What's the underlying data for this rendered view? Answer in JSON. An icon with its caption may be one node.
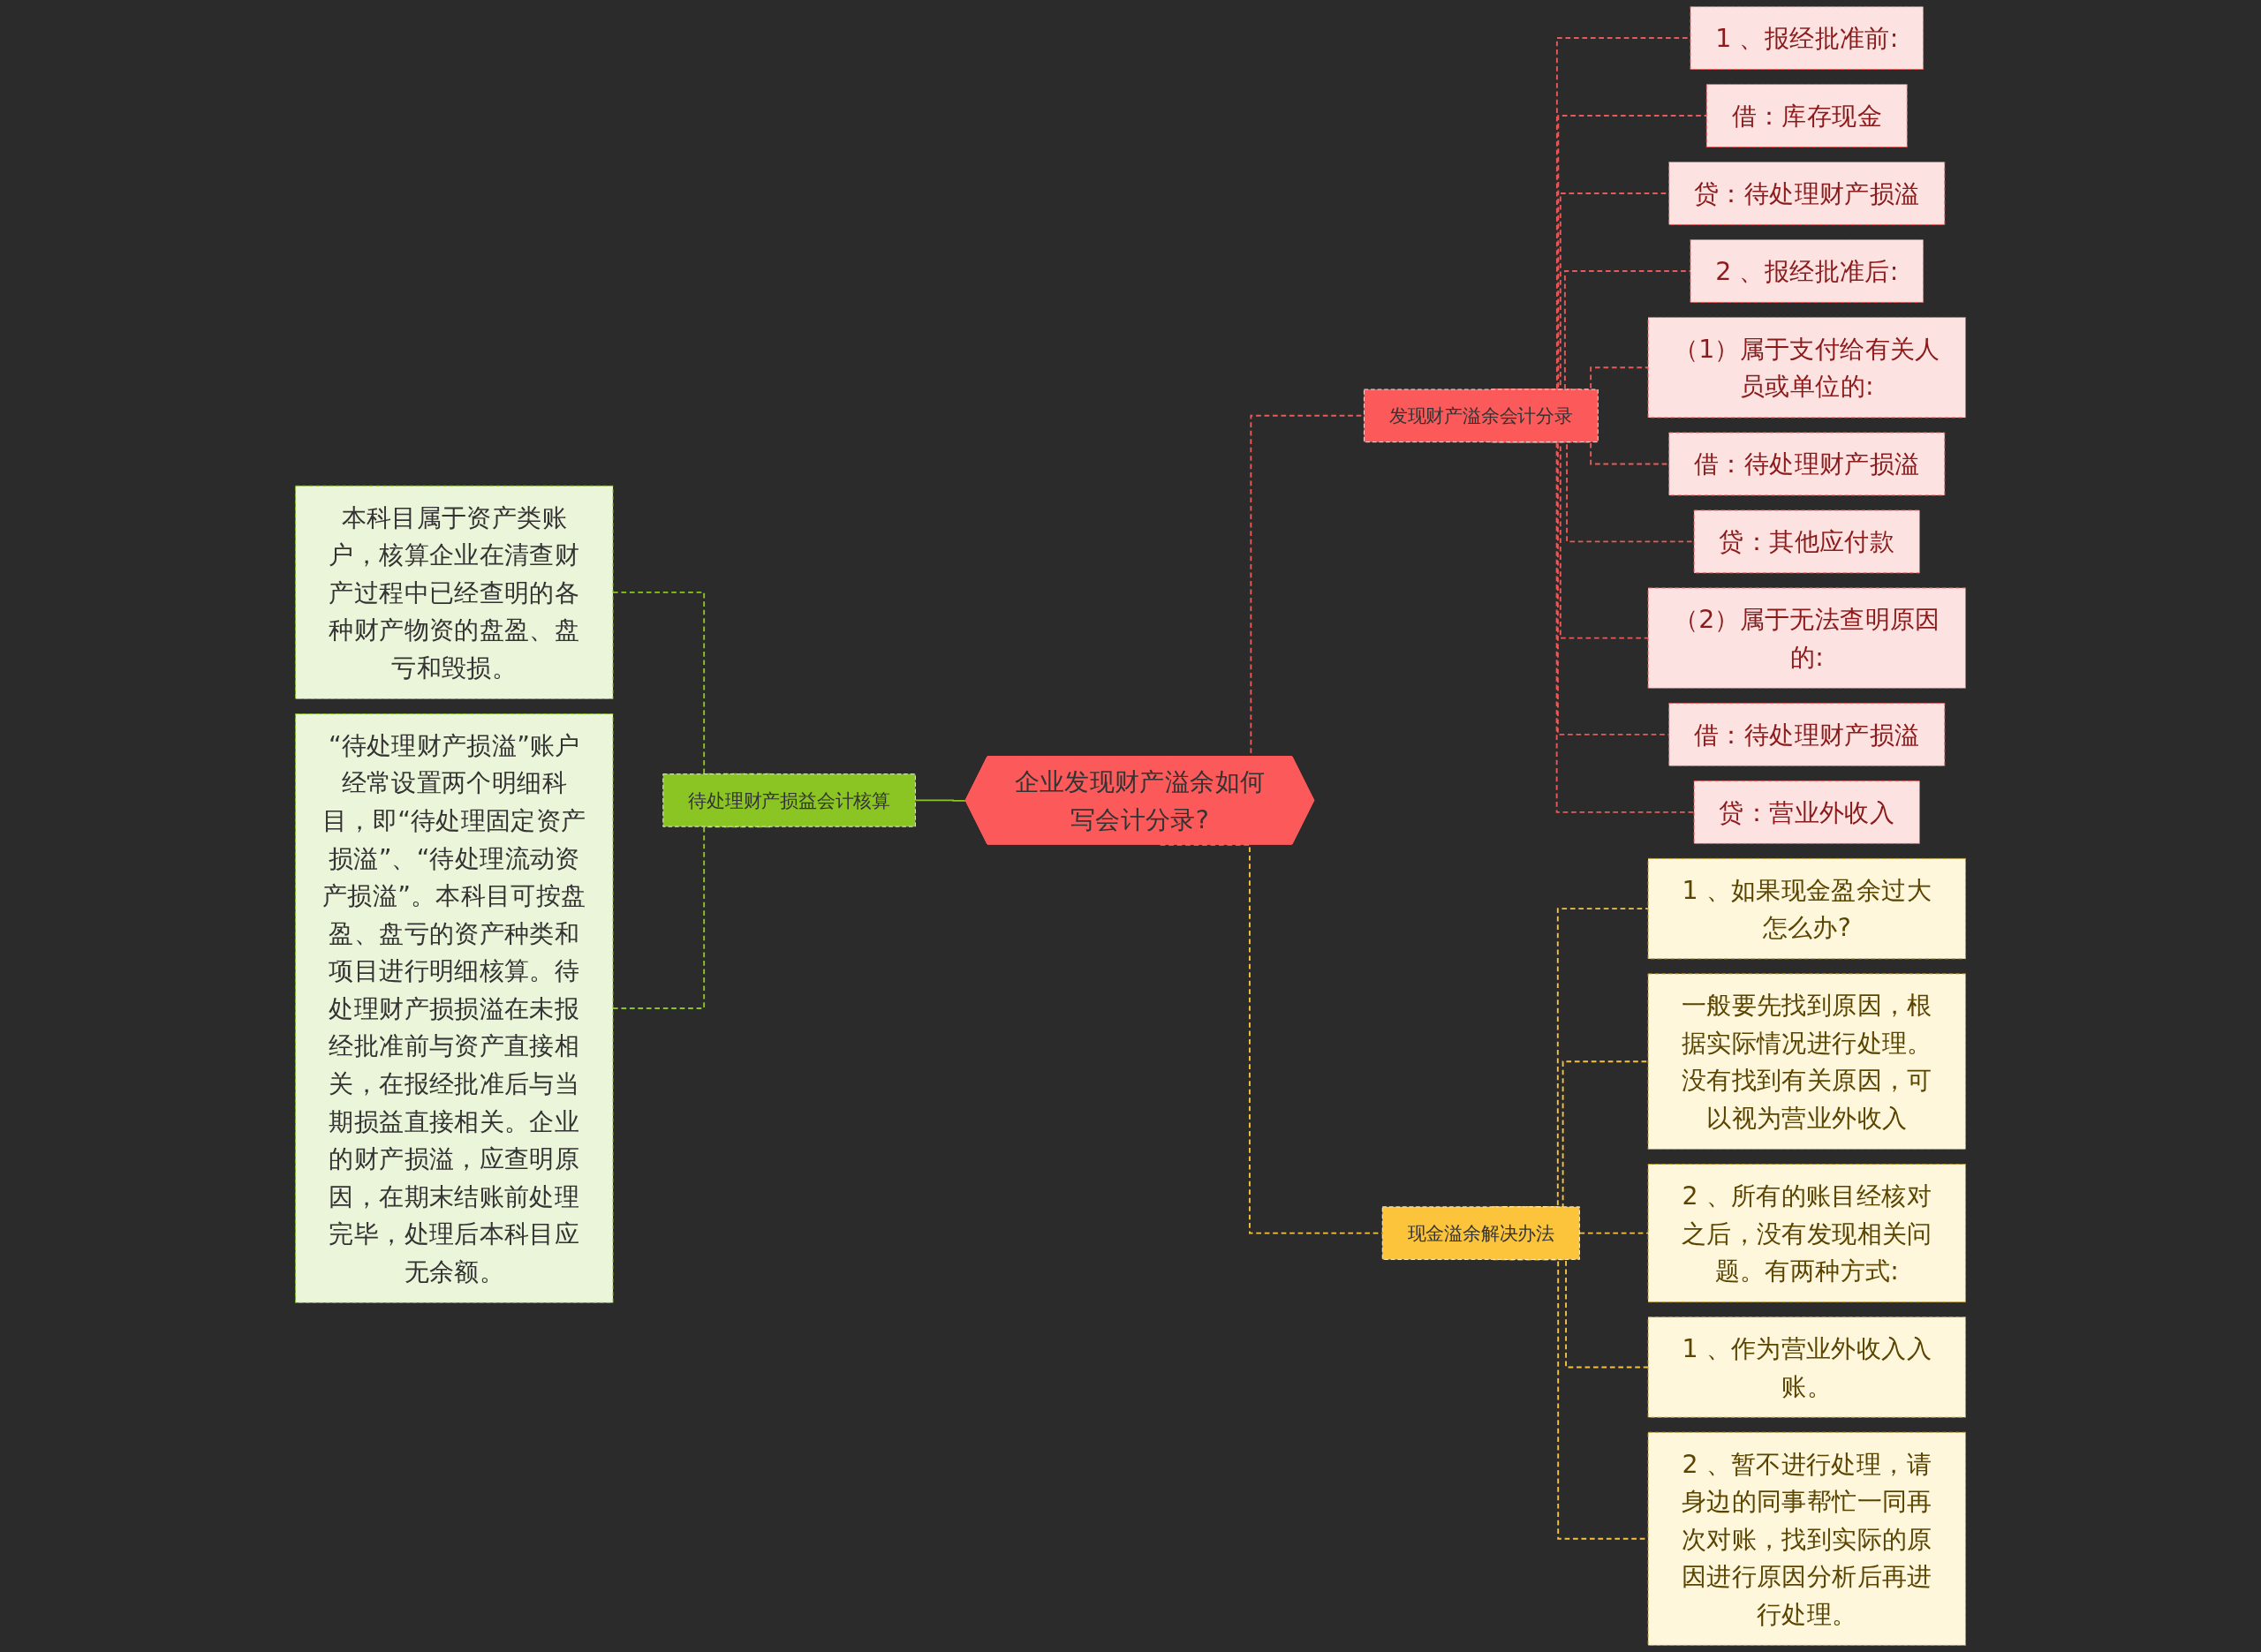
{
  "diagram": {
    "nodes": [
      {
        "text": [
          "企业发现财产溢余如何写会计分录?"
        ]
      },
      {
        "text": [
          "发现财产溢余会计分录"
        ]
      },
      {
        "text": [
          "1 、报经批准前:"
        ]
      },
      {
        "text": [
          "借：库存现金"
        ]
      },
      {
        "text": [
          "贷：待处理财产损溢"
        ]
      },
      {
        "text": [
          "2 、报经批准后:"
        ]
      },
      {
        "text": [
          "（1）属于支付给有关人员或单位的:"
        ]
      },
      {
        "text": [
          "借：待处理财产损溢"
        ]
      },
      {
        "text": [
          "贷：其他应付款"
        ]
      },
      {
        "text": [
          "（2）属于无法查明原因的:"
        ]
      },
      {
        "text": [
          "借：待处理财产损溢"
        ]
      },
      {
        "text": [
          "贷：营业外收入"
        ]
      },
      {
        "text": [
          "现金溢余解决办法"
        ]
      },
      {
        "text": [
          "1 、如果现金盈余过大怎么办?"
        ]
      },
      {
        "text": [
          "一般要先找到原因，根据实际情况进行处理。没有找到有关原因，可以视为营业外收入"
        ]
      },
      {
        "text": [
          "2 、所有的账目经核对之后，没有发现相关问题。有两种方式:"
        ]
      },
      {
        "text": [
          "1 、作为营业外收入入账。"
        ]
      },
      {
        "text": [
          "2 、暂不进行处理，请身边的同事帮忙一同再次对账，找到实际的原因进行原因分析后再进行处理。"
        ]
      },
      {
        "text": [
          "待处理财产损益会计核算"
        ]
      },
      {
        "text": [
          "本科目属于资产类账户，核算企业在清查财产过程中已经查明的各种财产物资的盘盈、盘亏和毁损。"
        ]
      },
      {
        "text": [
          "“待处理财产损溢”账户经常设置两个明细科目，即“待处理固定资产损溢”、“待处理流动资产损溢”。本科目可按盘盈、盘亏的资产种类和项目进行明细核算。待处理财产损损溢在未报经批准前与资产直接相关，在报经批准后与当期损益直接相关。企业的财产损溢，应查明原因，在期末结账前处理完毕，处理后本科目应无余额。"
        ]
      }
    ],
    "edges": [
      {
        "from": 0,
        "to": 1,
        "arrow": "none",
        "style": "dashed"
      },
      {
        "from": 1,
        "to": 2,
        "arrow": "none",
        "style": "dashed"
      },
      {
        "from": 1,
        "to": 3,
        "arrow": "none",
        "style": "dashed"
      },
      {
        "from": 1,
        "to": 4,
        "arrow": "none",
        "style": "dashed"
      },
      {
        "from": 1,
        "to": 5,
        "arrow": "none",
        "style": "dashed"
      },
      {
        "from": 1,
        "to": 6,
        "arrow": "none",
        "style": "dashed"
      },
      {
        "from": 1,
        "to": 7,
        "arrow": "none",
        "style": "dashed"
      },
      {
        "from": 1,
        "to": 8,
        "arrow": "none",
        "style": "dashed"
      },
      {
        "from": 1,
        "to": 9,
        "arrow": "none",
        "style": "dashed"
      },
      {
        "from": 1,
        "to": 10,
        "arrow": "none",
        "style": "dashed"
      },
      {
        "from": 1,
        "to": 11,
        "arrow": "none",
        "style": "dashed"
      },
      {
        "from": 0,
        "to": 12,
        "arrow": "none",
        "style": "dashed",
        "color": "#f5c242"
      },
      {
        "from": 12,
        "to": 13,
        "arrow": "none",
        "style": "dashed",
        "color": "#f5c242"
      },
      {
        "from": 12,
        "to": 14,
        "arrow": "none",
        "style": "dashed",
        "color": "#f5c242"
      },
      {
        "from": 12,
        "to": 15,
        "arrow": "none",
        "style": "dashed",
        "color": "#f5c242"
      },
      {
        "from": 12,
        "to": 16,
        "arrow": "none",
        "style": "dashed",
        "color": "#f5c242"
      },
      {
        "from": 12,
        "to": 17,
        "arrow": "none",
        "style": "dashed",
        "color": "#f5c242"
      },
      {
        "from": 18,
        "to": 0,
        "arrow": "none",
        "color": "#8bc523"
      },
      {
        "from": 19,
        "to": 18,
        "arrow": "none",
        "style": "dashed",
        "color": "#8bc523"
      },
      {
        "from": 20,
        "to": 18,
        "arrow": "none",
        "style": "dashed",
        "color": "#8bc523"
      }
    ]
  }
}
